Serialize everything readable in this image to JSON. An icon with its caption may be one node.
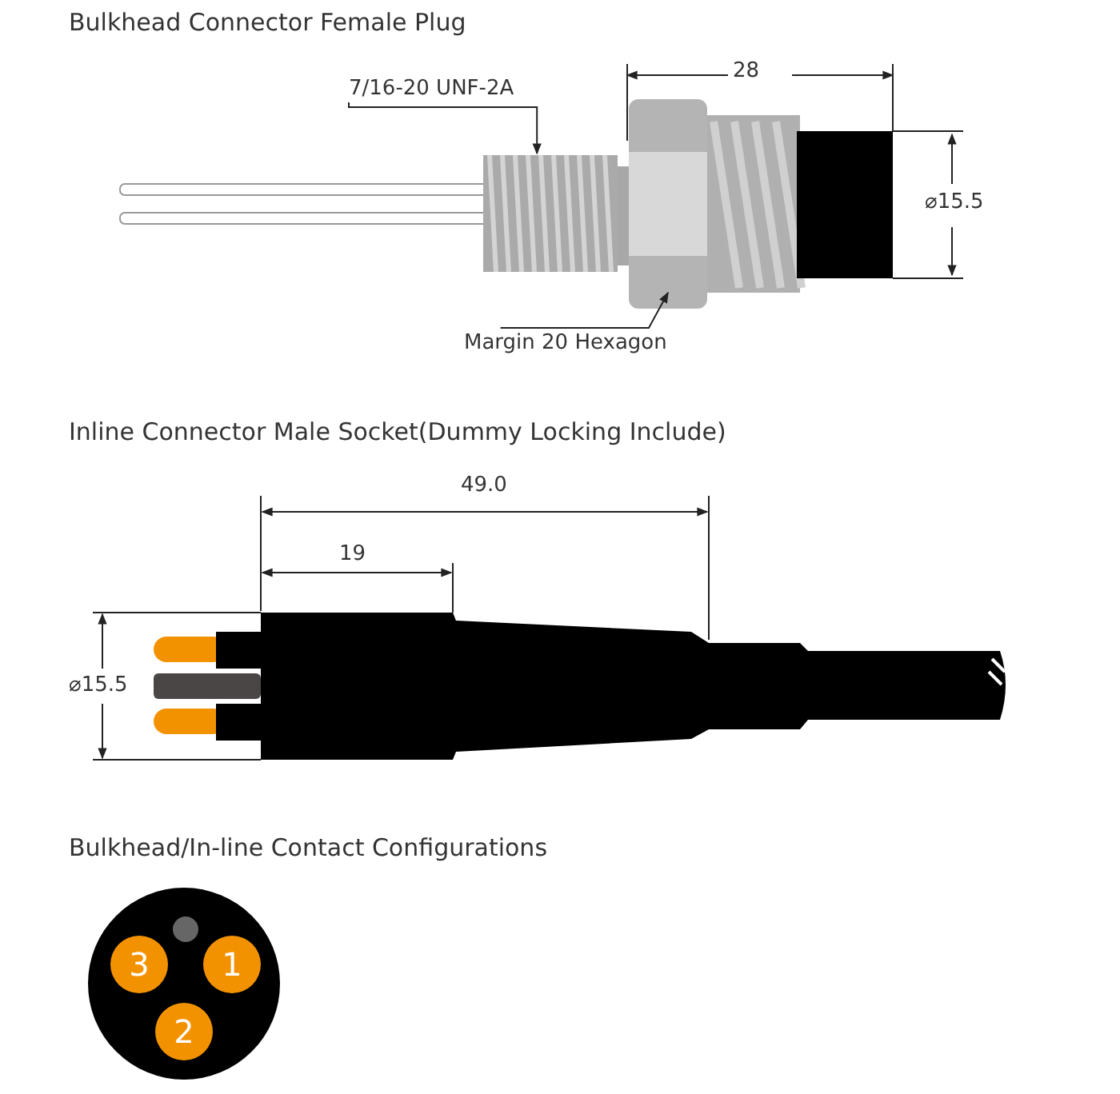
{
  "diagram": {
    "nodes": [
      {
        "text": [
          "7/16-20  UNF-2A"
        ]
      },
      {
        "text": [],
        "shape": "picture"
      },
      {
        "text": [
          "Margin 20 Hexagon"
        ]
      },
      {
        "text": [],
        "shape": "picture"
      },
      {
        "text": [],
        "shape": "circle"
      },
      {
        "text": [],
        "shape": "circle",
        "in": 4
      },
      {
        "text": [
          "3"
        ],
        "in": 4
      },
      {
        "text": [
          "1"
        ],
        "in": 4
      },
      {
        "text": [
          "2"
        ],
        "in": 4
      }
    ],
    "edges": [
      {
        "from": 0,
        "to": 1,
        "arrow": "to"
      },
      {
        "from": 2,
        "to": 3,
        "arrow": "to"
      }
    ],
    "labels": [
      "Bulkhead Connector Female Plug",
      "28",
      "⌀15.5",
      "Inline Connector Male Socket(Dummy Locking Include)",
      "49.0",
      "19",
      "⌀15.5",
      "Bulkhead/In-line Contact Configurations"
    ]
  }
}
